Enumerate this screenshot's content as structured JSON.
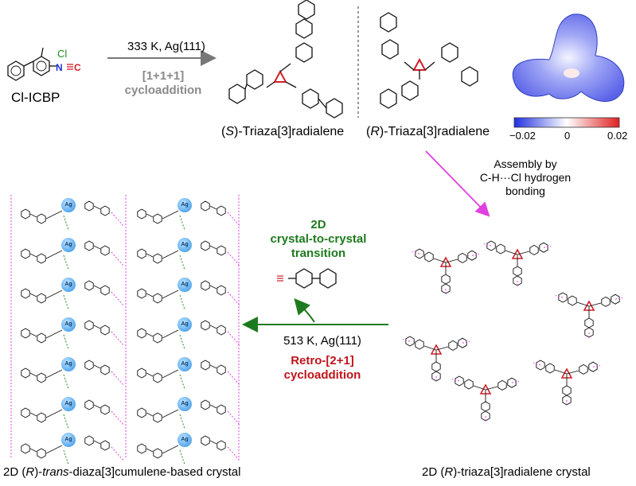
{
  "top_left": {
    "molecule_name": "Cl-ICBP",
    "cl_label": "Cl",
    "n_label": "N",
    "c_label": "C"
  },
  "reaction1": {
    "condition": "333 K, Ag(111)",
    "type_line1": "[1+1+1]",
    "type_line2": "cycloaddition"
  },
  "products": {
    "s_prefix": "(",
    "s_letter": "S",
    "s_name": ")-Triaza[3]radialene",
    "r_prefix": "(",
    "r_letter": "R",
    "r_name": ")-Triaza[3]radialene"
  },
  "esp_map": {
    "scale_min": "−0.02",
    "scale_mid": "0",
    "scale_max": "0.02",
    "colors": {
      "negative": "#2030e0",
      "neutral": "#ffffff",
      "positive": "#e02020"
    }
  },
  "assembly": {
    "line1": "Assembly by",
    "line2": "C-H···Cl hydrogen",
    "line3": "bonding"
  },
  "transition": {
    "line1": "2D",
    "line2": "crystal-to-crystal",
    "line3": "transition",
    "color": "#1e7a1e"
  },
  "reaction2": {
    "condition": "513 K, Ag(111)",
    "type_line1": "Retro-[2+1]",
    "type_line2": "cycloaddition",
    "color": "#c0141c"
  },
  "bottom_labels": {
    "left_prefix": "2D (",
    "left_r": "R",
    "left_mid": ")-",
    "left_trans": "trans",
    "left_rest": "-diaza[3]cumulene-based crystal",
    "right_prefix": "2D (",
    "right_r": "R",
    "right_rest": ")-triaza[3]radialene crystal"
  },
  "ag_label": "Ag",
  "colors": {
    "chlorine": "#1f8a1f",
    "nitrogen": "#1f35d6",
    "hbond_pink": "#e040e0",
    "arrow_gray": "#777777",
    "arrow_magenta": "#e040e0",
    "arrow_green": "#1e7a1e",
    "ag_blue": "#3ea0f0"
  }
}
